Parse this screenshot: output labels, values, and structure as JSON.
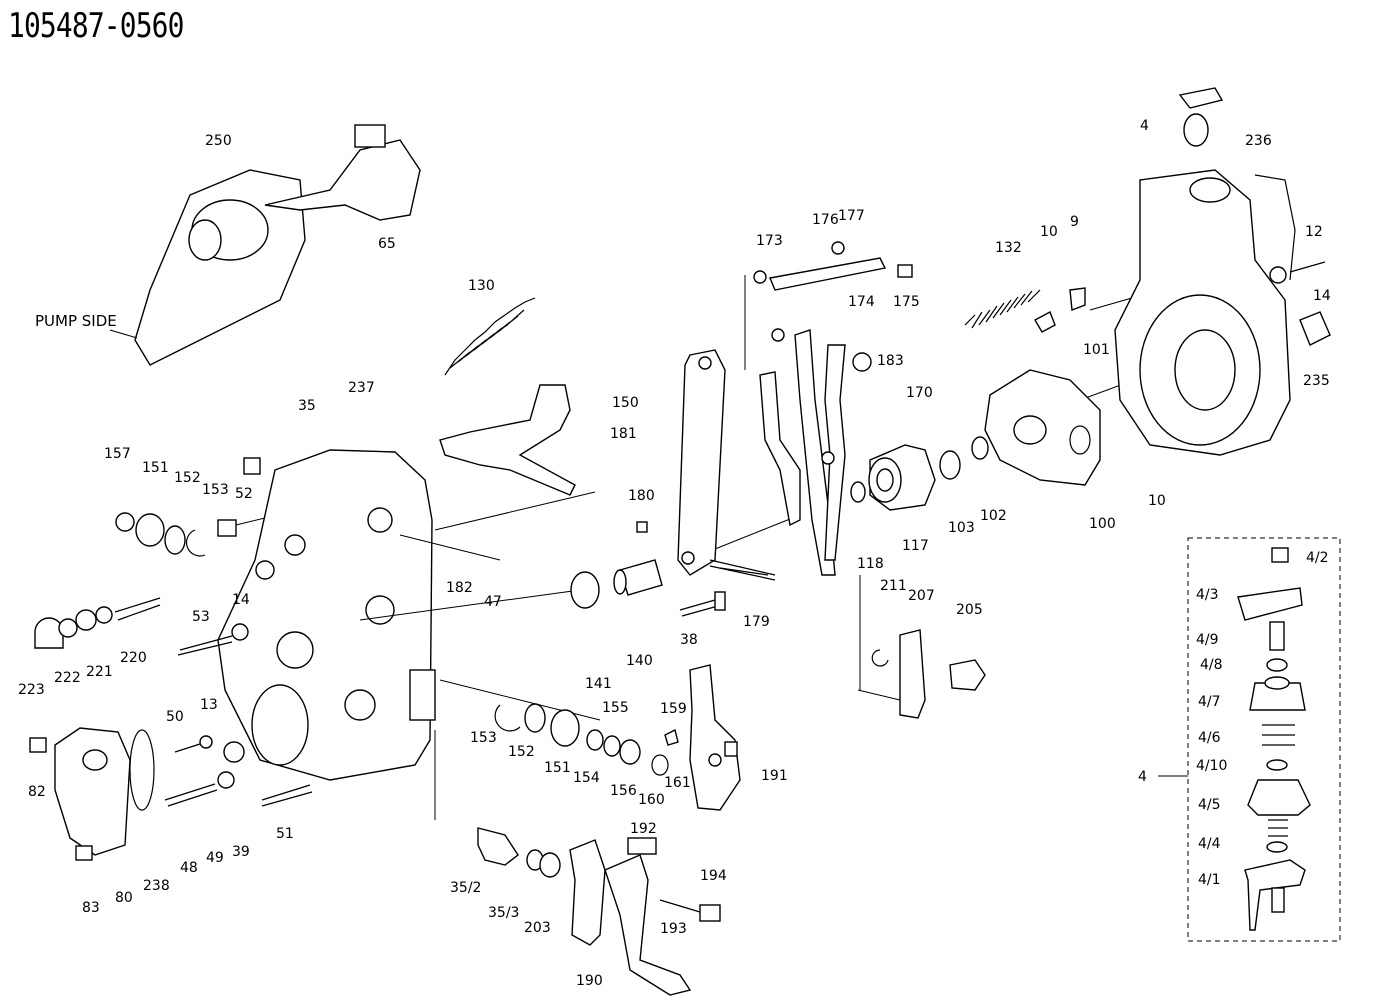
{
  "diagram": {
    "title": "105487-0560",
    "side_label": "PUMP SIDE",
    "part_labels": [
      "250",
      "65",
      "130",
      "150",
      "47",
      "35",
      "237",
      "157",
      "151",
      "152",
      "153",
      "52",
      "182",
      "14",
      "53",
      "220",
      "223",
      "222",
      "221",
      "50",
      "13",
      "82",
      "80",
      "238",
      "83",
      "48",
      "49",
      "39",
      "51",
      "181",
      "180",
      "173",
      "176",
      "177",
      "174",
      "175",
      "132",
      "10",
      "9",
      "236",
      "12",
      "14",
      "235",
      "101",
      "183",
      "170",
      "118",
      "117",
      "103",
      "102",
      "100",
      "179",
      "38",
      "141",
      "140",
      "211",
      "207",
      "205",
      "153",
      "152",
      "151",
      "155",
      "154",
      "156",
      "160",
      "159",
      "161",
      "191",
      "192",
      "194",
      "193",
      "190",
      "35/2",
      "35/3",
      "203",
      "4",
      "4/2",
      "4/3",
      "4/9",
      "4/8",
      "4/7",
      "4/6",
      "4/10",
      "4/5",
      "4/4",
      "4/1",
      "4",
      "10"
    ]
  }
}
